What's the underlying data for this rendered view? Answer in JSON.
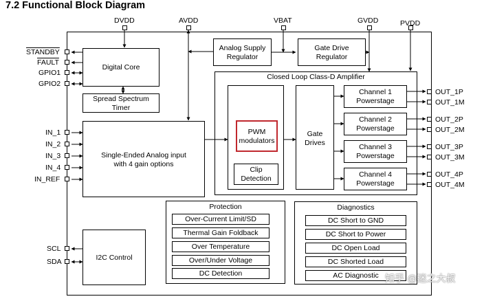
{
  "title": "7.2 Functional Block Diagram",
  "supply_pins": {
    "dvdd": "DVDD",
    "avdd": "AVDD",
    "vbat": "VBAT",
    "gvdd": "GVDD",
    "pvdd": "PVDD"
  },
  "left_pins": {
    "standby": "STANDBY",
    "fault": "FAULT",
    "gpio0": "GPIO1",
    "gpio1": "GPIO2",
    "in1": "IN_1",
    "in2": "IN_2",
    "in3": "IN_3",
    "in4": "IN_4",
    "inref": "IN_REF",
    "scl": "SCL",
    "sda": "SDA"
  },
  "output_pins": [
    "OUT_1P",
    "OUT_1M",
    "OUT_2P",
    "OUT_2M",
    "OUT_3P",
    "OUT_3M",
    "OUT_4P",
    "OUT_4M"
  ],
  "blocks": {
    "digital_core": "Digital Core",
    "spread_spectrum_line1": "Spread Spectrum",
    "spread_spectrum_line2": "Timer",
    "analog_input_line1": "Single-Ended Analog input",
    "analog_input_line2": "with 4 gain options",
    "i2c_control": "I2C Control",
    "analog_supply_line1": "Analog Supply",
    "analog_supply_line2": "Regulator",
    "gate_drive_reg_line1": "Gate Drive",
    "gate_drive_reg_line2": "Regulator",
    "amplifier_title": "Closed Loop Class-D Amplifier",
    "pwm_line1": "PWM",
    "pwm_line2": "modulators",
    "clip_line1": "Clip",
    "clip_line2": "Detection",
    "gate_drives_line1": "Gate",
    "gate_drives_line2": "Drives"
  },
  "channels": [
    {
      "line1": "Channel 1",
      "line2": "Powerstage"
    },
    {
      "line1": "Channel 2",
      "line2": "Powerstage"
    },
    {
      "line1": "Channel 3",
      "line2": "Powerstage"
    },
    {
      "line1": "Channel 4",
      "line2": "Powerstage"
    }
  ],
  "protection": {
    "title": "Protection",
    "items": [
      "Over-Current Limit/SD",
      "Thermal Gain Foldback",
      "Over Temperature",
      "Over/Under Voltage",
      "DC Detection"
    ]
  },
  "diagnostics": {
    "title": "Diagnostics",
    "items": [
      "DC Short to GND",
      "DC Short to Power",
      "DC Open Load",
      "DC Shorted Load",
      "AC Diagnostic"
    ]
  },
  "watermark": "知乎 @迷之大叔",
  "colors": {
    "pwm_highlight": "#c0272d"
  }
}
